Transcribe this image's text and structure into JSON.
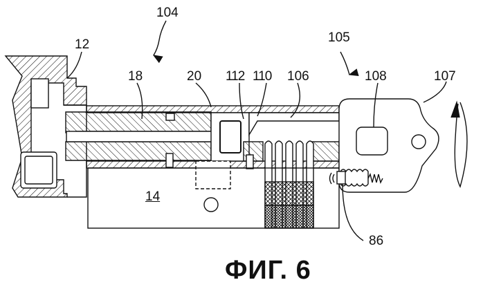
{
  "figure": {
    "caption": "ФИГ. 6",
    "labels": {
      "l104": "104",
      "l105": "105",
      "l12": "12",
      "l18": "18",
      "l20": "20",
      "l112": "112",
      "l110": "110",
      "l106": "106",
      "l108": "108",
      "l107": "107",
      "l14": "14",
      "l86": "86"
    }
  },
  "colors": {
    "ink": "#111111",
    "paper": "#ffffff"
  }
}
